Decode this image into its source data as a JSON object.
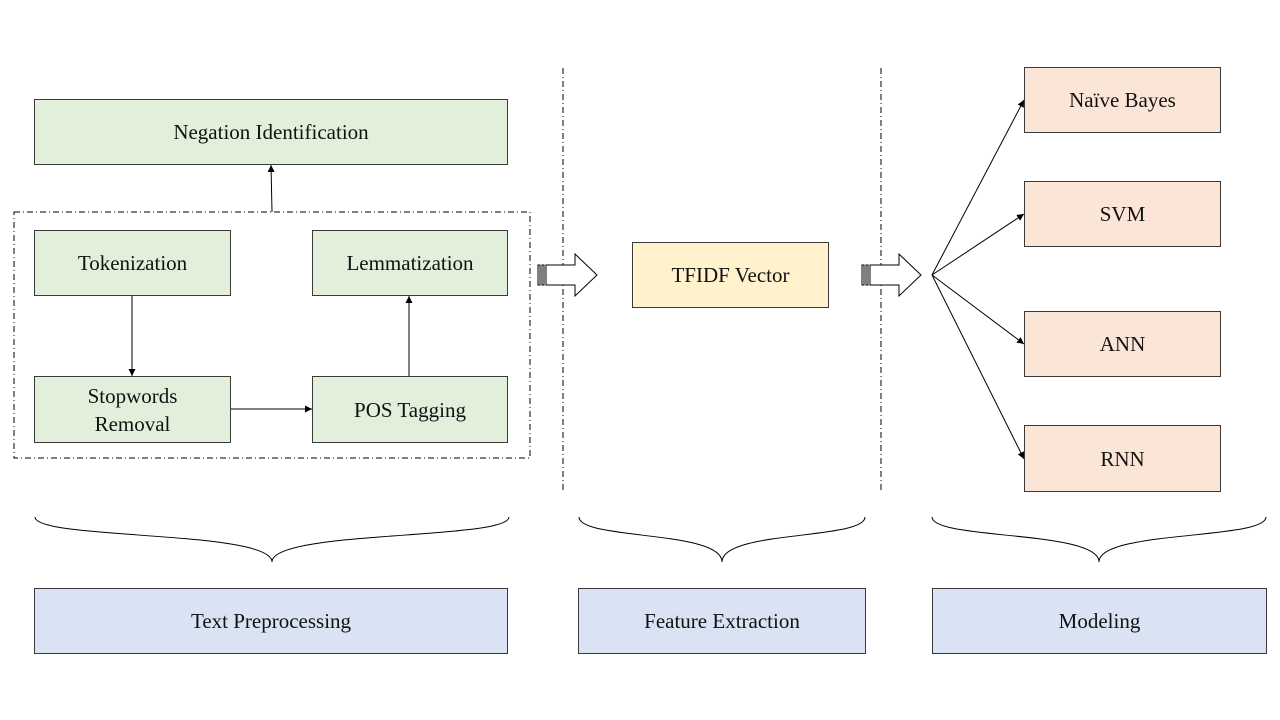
{
  "preprocessing": {
    "negation": "Negation Identification",
    "tokenization": "Tokenization",
    "lemmatization": "Lemmatization",
    "stopwords": "Stopwords\nRemoval",
    "pos": "POS Tagging"
  },
  "feature": {
    "tfidf": "TFIDF Vector"
  },
  "models": [
    "Naïve Bayes",
    "SVM",
    "ANN",
    "RNN"
  ],
  "stages": [
    "Text Preprocessing",
    "Feature Extraction",
    "Modeling"
  ],
  "colors": {
    "step_fill": "#e2efda",
    "feature_fill": "#fff2cc",
    "model_fill": "#fbe5d6",
    "stage_fill": "#dae3f3",
    "stroke": "#000000"
  }
}
